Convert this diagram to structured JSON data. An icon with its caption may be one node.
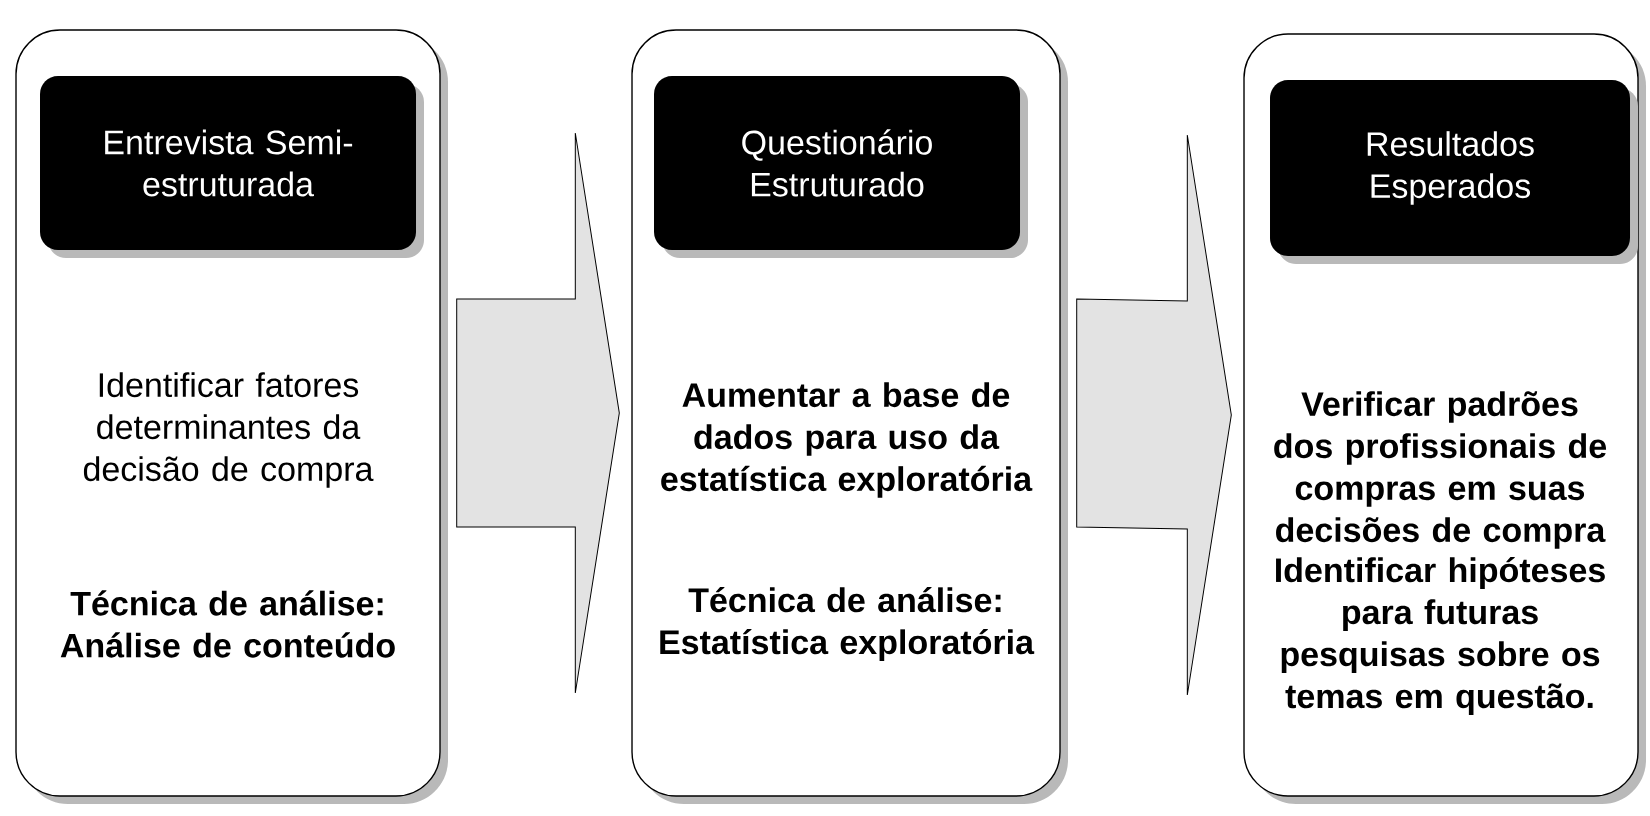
{
  "diagram": {
    "nodes": [
      {
        "text": [
          "Identificar fatores determinantes da decisão de compra",
          "Técnica de análise: Análise de conteúdo"
        ]
      },
      {
        "text": [
          "Entrevista Semi-estruturada"
        ],
        "in": 0
      },
      {
        "text": [
          "Aumentar a base de dados para uso da estatística exploratória",
          "Técnica de análise: Estatística exploratória"
        ]
      },
      {
        "text": [
          "Questionário Estruturado"
        ],
        "in": 2
      },
      {
        "text": [
          "Verificar padrões dos profissionais de compras em suas decisões de compra",
          "Identificar hipóteses para futuras pesquisas sobre os temas em questão."
        ]
      },
      {
        "text": [
          "Resultados Esperados"
        ],
        "in": 4
      }
    ],
    "edges": [
      {
        "from": 0,
        "to": 2,
        "arrow": "to"
      },
      {
        "from": 2,
        "to": 4,
        "arrow": "to"
      }
    ]
  }
}
